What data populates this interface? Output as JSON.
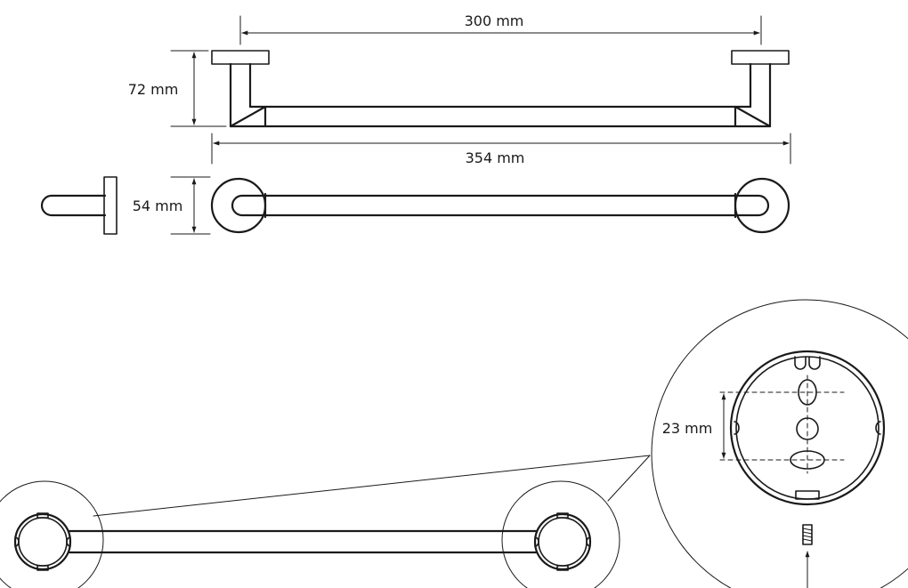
{
  "dimensions": {
    "mount_spacing": "300 mm",
    "projection": "72 mm",
    "overall_length": "354 mm",
    "flange_diameter": "54 mm",
    "hole_spacing": "23 mm"
  },
  "colors": {
    "line": "#1a1a1a",
    "background": "#ffffff"
  }
}
